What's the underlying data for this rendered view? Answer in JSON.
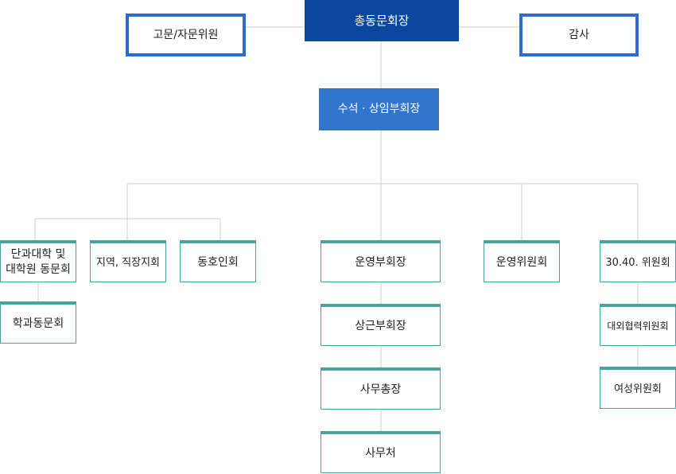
{
  "colors": {
    "top": "#0a48a0",
    "advisor_border": "#2e6bd1",
    "senior": "#3275cd",
    "unit_accent": "#48a3a0",
    "connector": "#cccccc"
  },
  "org": {
    "president": "총동문회장",
    "advisors": "고문/자문위원",
    "audit": "감사",
    "senior_vp": "수석 · 상임부회장",
    "college_alumni_line1": "단과대학 및",
    "college_alumni_line2": "대학원 동문회",
    "dept_alumni": "학과동문회",
    "regional": "지역, 직장지회",
    "clubs": "동호인회",
    "operating_vp": "운영부회장",
    "standing_vp": "상근부회장",
    "secretary_general": "사무총장",
    "secretariat": "사무처",
    "operating_committee": "운영위원회",
    "committee_3040": "30.40. 위원회",
    "external_committee": "대외협력위원회",
    "women_committee": "여성위원회"
  }
}
